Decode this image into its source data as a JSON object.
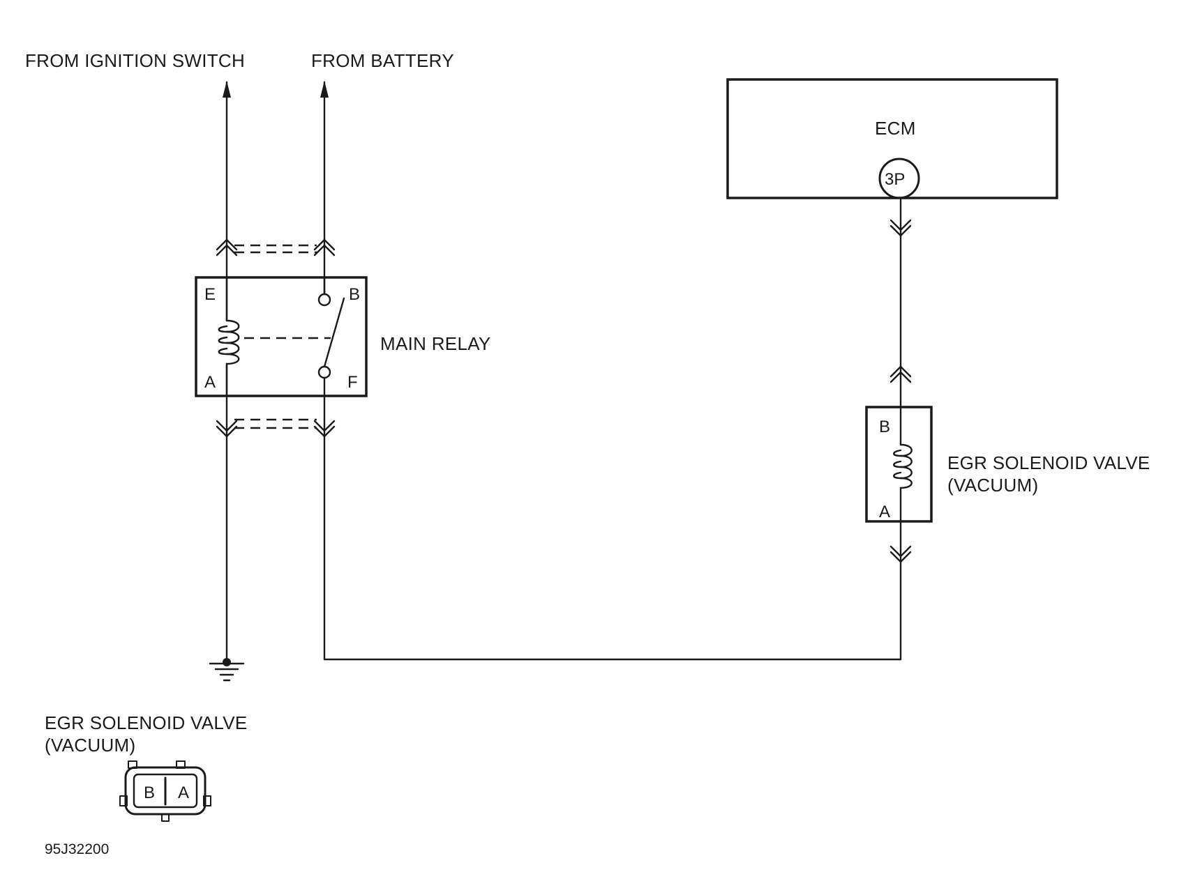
{
  "labels": {
    "from_ignition_switch": "FROM IGNITION SWITCH",
    "from_battery": "FROM BATTERY",
    "main_relay": "MAIN RELAY",
    "ecm": "ECM",
    "ecm_pin": "3P",
    "egr_valve_line1": "EGR SOLENOID VALVE",
    "egr_valve_line2": "(VACUUM)",
    "connector_title_line1": "EGR SOLENOID VALVE",
    "connector_title_line2": "(VACUUM)",
    "figure_id": "95J32200"
  },
  "relay_pins": {
    "e": "E",
    "a": "A",
    "b": "B",
    "f": "F"
  },
  "valve_pins": {
    "b": "B",
    "a": "A"
  },
  "connector_pins": {
    "b": "B",
    "a": "A"
  }
}
